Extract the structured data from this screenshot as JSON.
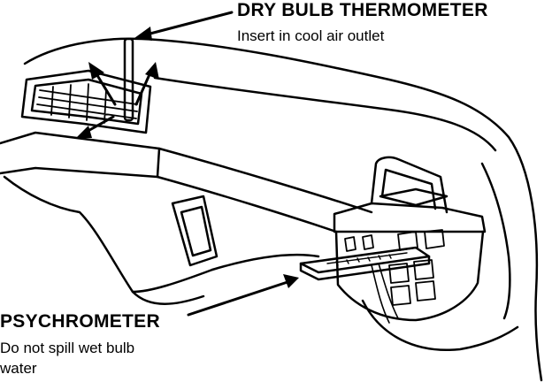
{
  "labels": {
    "dry_bulb": {
      "title": "DRY BULB THERMOMETER",
      "note": "Insert in cool air outlet"
    },
    "psychrometer": {
      "title": "PSYCHROMETER",
      "note_line1": "Do not spill wet bulb",
      "note_line2": "water"
    }
  },
  "colors": {
    "ink": "#000000",
    "paper": "#ffffff"
  }
}
